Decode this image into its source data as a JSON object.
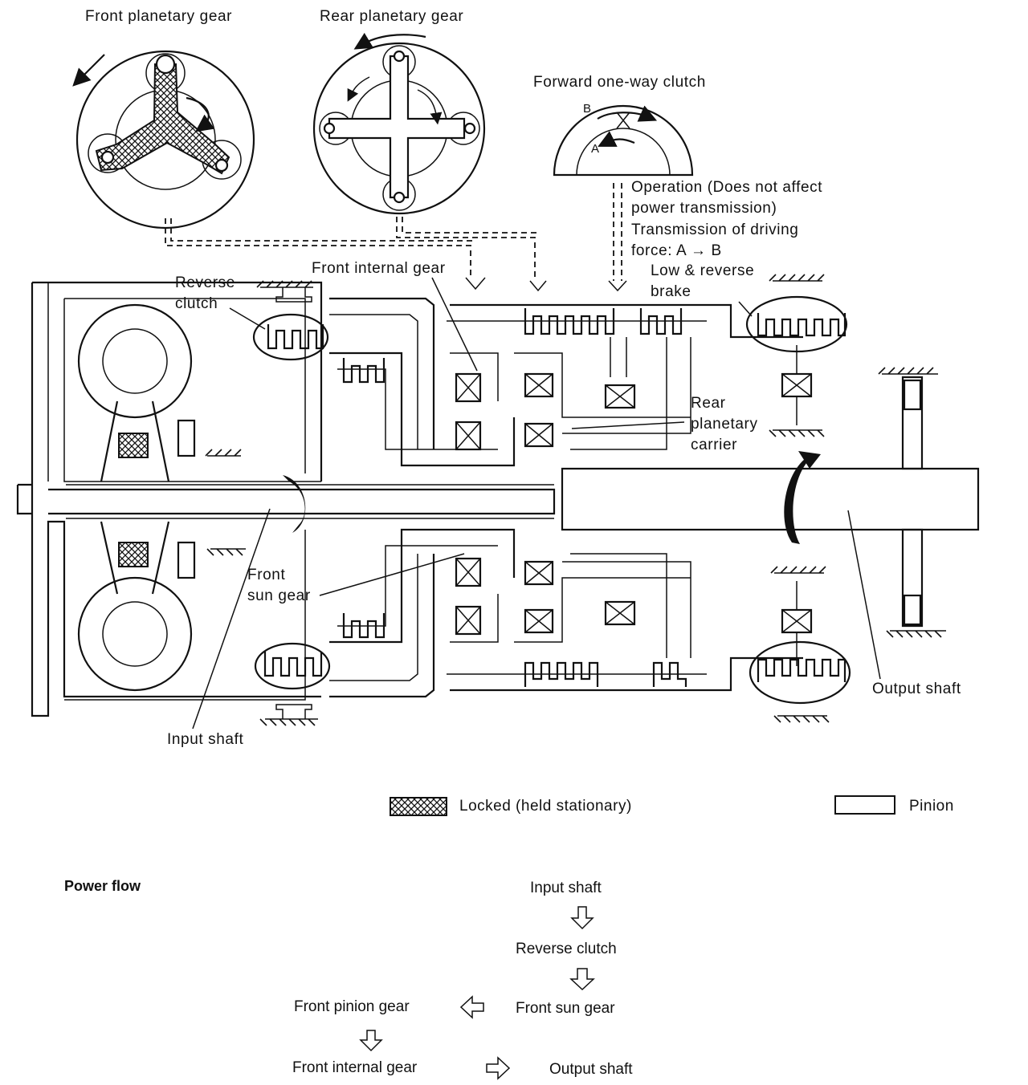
{
  "labels": {
    "front_planetary_gear": "Front planetary gear",
    "rear_planetary_gear": "Rear planetary gear",
    "forward_one_way_clutch": "Forward one-way clutch",
    "clutch_b": "B",
    "clutch_a": "A",
    "operation_line1": "Operation (Does not affect",
    "operation_line2": "power transmission)",
    "operation_line3": "Transmission of driving",
    "operation_line4": "force: A → B",
    "front_internal_gear": "Front internal gear",
    "low_reverse_line1": "Low & reverse",
    "low_reverse_line2": "brake",
    "reverse_clutch_line1": "Reverse",
    "reverse_clutch_line2": "clutch",
    "rear_carrier_line1": "Rear",
    "rear_carrier_line2": "planetary",
    "rear_carrier_line3": "carrier",
    "front_sun_line1": "Front",
    "front_sun_line2": "sun gear",
    "input_shaft": "Input shaft",
    "output_shaft": "Output shaft"
  },
  "legend": {
    "locked": "Locked (held stationary)",
    "pinion": "Pinion"
  },
  "power_flow": {
    "title": "Power flow",
    "input_shaft": "Input shaft",
    "reverse_clutch": "Reverse clutch",
    "front_sun_gear": "Front sun gear",
    "front_pinion_gear": "Front pinion gear",
    "front_internal_gear": "Front internal gear",
    "output_shaft": "Output shaft"
  }
}
